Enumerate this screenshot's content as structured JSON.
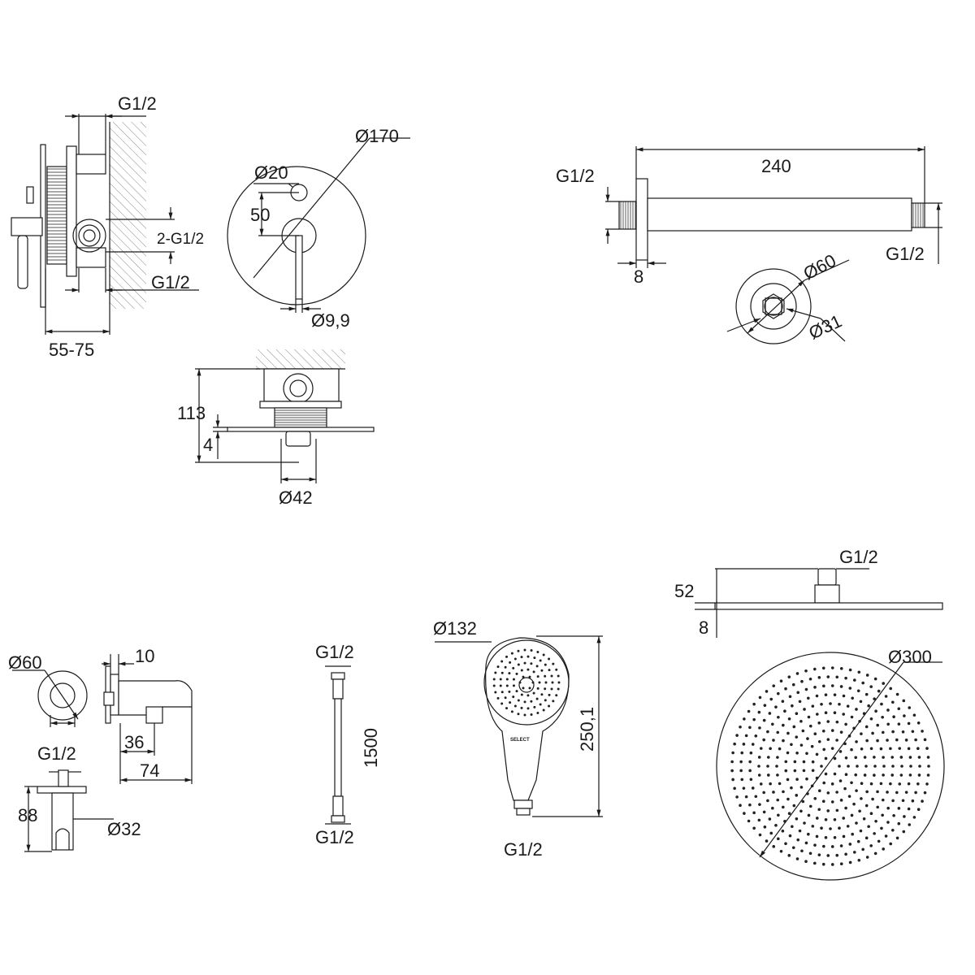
{
  "drawing": {
    "mixer_side": {
      "inlet_top": "G1/2",
      "outlets": "2-G1/2",
      "inlet_bottom": "G1/2",
      "depth": "55-75"
    },
    "mixer_front": {
      "plate_diameter": "Ø170",
      "diverter_diameter": "Ø20",
      "spacing": "50",
      "lever_diameter": "Ø9,9"
    },
    "mixer_bottom": {
      "height": "113",
      "plate_thickness": "4",
      "body_diameter": "Ø42"
    },
    "shower_arm": {
      "length": "240",
      "inlet": "G1/2",
      "flange_thickness": "8",
      "outlet": "G1/2",
      "flange_diameter": "Ø60",
      "arm_diameter": "Ø31"
    },
    "rain_head": {
      "connection": "G1/2",
      "height": "52",
      "thickness": "8",
      "diameter": "Ø300"
    },
    "wall_outlet": {
      "diameter": "Ø60",
      "projection": "10",
      "thread": "G1/2",
      "outlet_depth": "36",
      "total_depth": "74",
      "holder_height": "88",
      "holder_diameter": "Ø32"
    },
    "hose": {
      "top_thread": "G1/2",
      "length": "1500",
      "bottom_thread": "G1/2"
    },
    "hand_shower": {
      "head_diameter": "Ø132",
      "length": "250,1",
      "thread": "G1/2",
      "logo": "SELECT"
    }
  }
}
